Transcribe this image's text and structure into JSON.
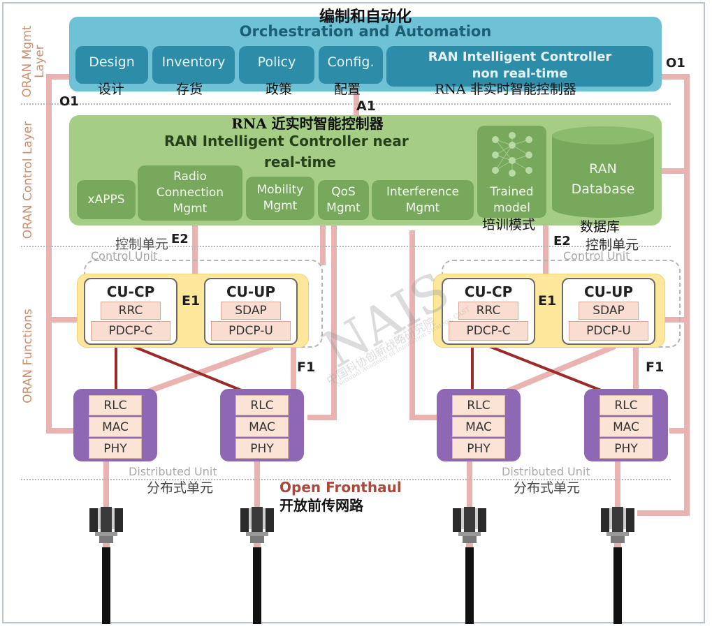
{
  "layers": {
    "mgmt": "ORAN Mgmt Layer",
    "control": "ORAN Control Layer",
    "functions": "ORAN Functions"
  },
  "orchestration": {
    "title_cn": "编制和自动化",
    "title_en": "Orchestration and Automation",
    "tiles": [
      {
        "en": "Design",
        "cn": "设计"
      },
      {
        "en": "Inventory",
        "cn": "存货"
      },
      {
        "en": "Policy",
        "cn": "政策"
      },
      {
        "en": "Config.",
        "cn": "配置"
      }
    ],
    "ric_nrt": {
      "line1": "RAN Intelligent Controller",
      "line2": "non real-time",
      "cn": "RNA 非实时智能控制器"
    }
  },
  "interfaces": {
    "o1": "O1",
    "a1": "A1",
    "e2": "E2",
    "e1": "E1",
    "f1": "F1"
  },
  "ric_near_rt": {
    "title_cn": "RNA 近实时智能控制器",
    "title_line1": "RAN Intelligent Controller near",
    "title_line2": "real-time",
    "tiles": {
      "xapps": "xAPPS",
      "radio": [
        "Radio",
        "Connection",
        "Mgmt"
      ],
      "mobility": [
        "Mobility",
        "Mgmt"
      ],
      "qos": [
        "QoS",
        "Mgmt"
      ],
      "interference": [
        "Interference",
        "Mgmt"
      ],
      "trained": [
        "Trained",
        "model"
      ],
      "database": [
        "RAN",
        "Database"
      ]
    },
    "trained_cn": "培训模式",
    "database_cn": "数据库"
  },
  "control_unit": {
    "cn": "控制单元",
    "en": "Control Unit",
    "cu_cp": "CU-CP",
    "cu_up": "CU-UP",
    "rrc": "RRC",
    "pdcp_c": "PDCP-C",
    "sdap": "SDAP",
    "pdcp_u": "PDCP-U"
  },
  "distributed_unit": {
    "en": "Distributed Unit",
    "cn": "分布式单元",
    "rlc": "RLC",
    "mac": "MAC",
    "phy": "PHY"
  },
  "fronthaul": {
    "en": "Open Fronthaul",
    "cn": "开放前传网路"
  },
  "watermark": {
    "main": "NAIS",
    "sub": "中国科协创新战略研究院",
    "sub_en": "National Academy of Innovation Strategy, CAST"
  },
  "colors": {
    "orch_bg": "#6fc1d6",
    "orch_tile": "#2d8da8",
    "ric_bg": "#a6cd86",
    "ric_tile": "#78a85b",
    "cu_fill": "#fde79b",
    "du_fill": "#8e68b5",
    "link_pink": "#e8b3b0",
    "link_dark": "#9b2b2b"
  }
}
